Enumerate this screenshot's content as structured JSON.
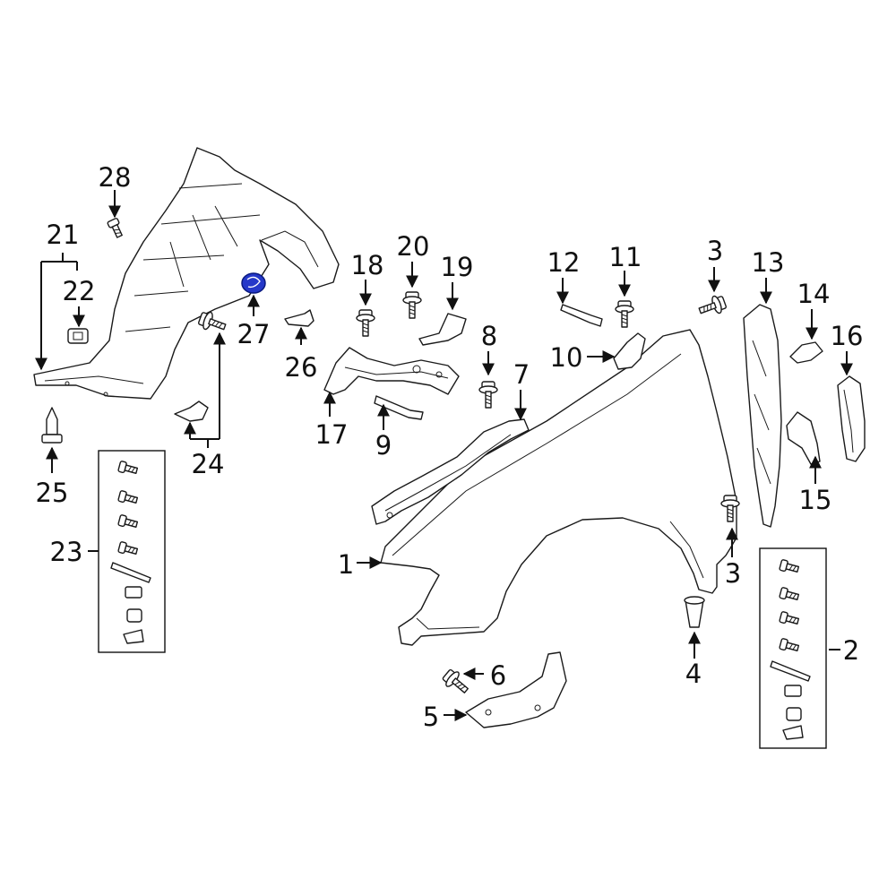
{
  "callouts": {
    "c1": "1",
    "c2": "2",
    "c3a": "3",
    "c3b": "3",
    "c4": "4",
    "c5": "5",
    "c6": "6",
    "c7": "7",
    "c8": "8",
    "c9": "9",
    "c10": "10",
    "c11": "11",
    "c12": "12",
    "c13": "13",
    "c14": "14",
    "c15": "15",
    "c16": "16",
    "c17": "17",
    "c18": "18",
    "c19": "19",
    "c20": "20",
    "c21": "21",
    "c22": "22",
    "c23": "23",
    "c24": "24",
    "c25": "25",
    "c26": "26",
    "c27": "27",
    "c28": "28"
  },
  "colors": {
    "line": "#1a1a1a",
    "highlight": "#2538c9",
    "background": "#ffffff"
  }
}
